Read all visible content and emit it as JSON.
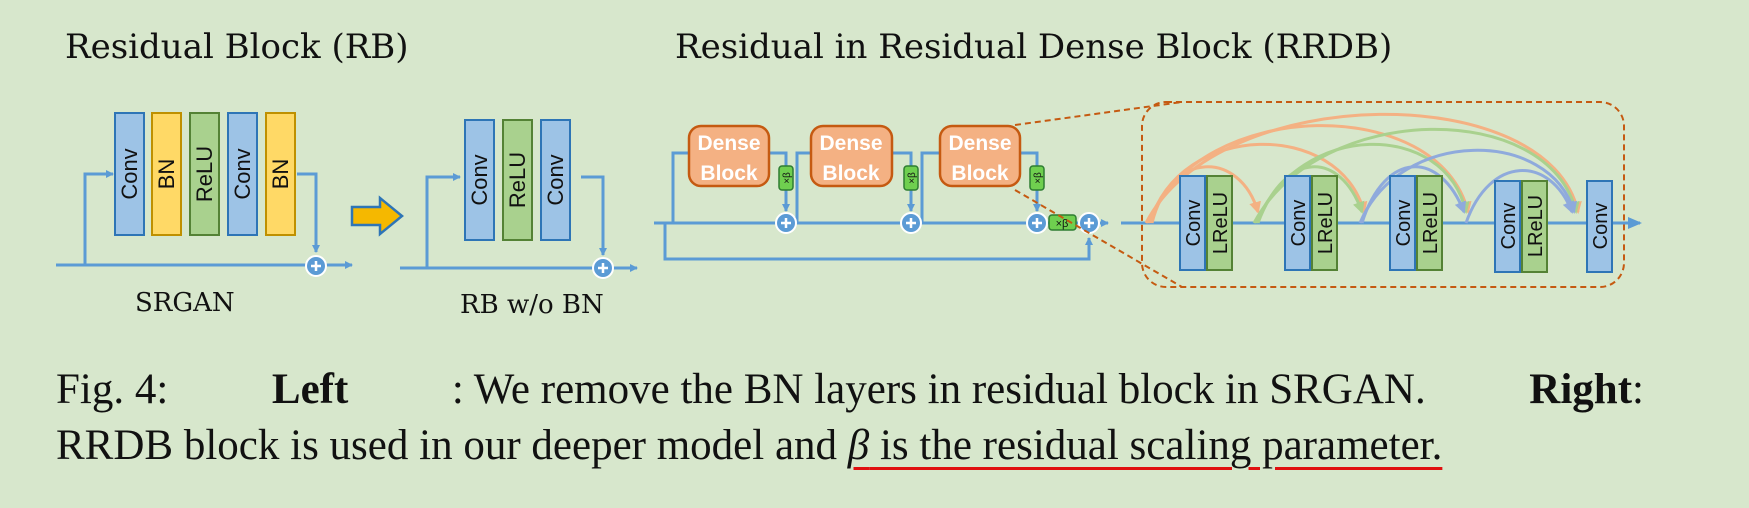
{
  "left": {
    "title": "Residual Block (RB)",
    "srgan": {
      "label": "SRGAN",
      "layers": [
        "Conv",
        "BN",
        "ReLU",
        "Conv",
        "BN"
      ]
    },
    "rb_wo_bn": {
      "label": "RB w/o BN",
      "layers": [
        "Conv",
        "ReLU",
        "Conv"
      ]
    }
  },
  "right": {
    "title": "Residual in Residual Dense Block (RRDB)",
    "dense_blocks": [
      {
        "line1": "Dense",
        "line2": "Block",
        "scale": "×β"
      },
      {
        "line1": "Dense",
        "line2": "Block",
        "scale": "×β"
      },
      {
        "line1": "Dense",
        "line2": "Block",
        "scale": "×β"
      }
    ],
    "outer_scale": "×β",
    "dense_block_detail": {
      "layers": [
        [
          "Conv",
          "LReLU"
        ],
        [
          "Conv",
          "LReLU"
        ],
        [
          "Conv",
          "LReLU"
        ],
        [
          "Conv",
          "LReLU"
        ],
        [
          "Conv"
        ]
      ]
    }
  },
  "caption": {
    "prefix": "Fig. 4: ",
    "left_label": "Left",
    "left_text": ": We remove the BN layers in residual block in SRGAN.",
    "right_label": "Right",
    "right_colon": ":",
    "line2_start": "RRDB block is used in our deeper model and ",
    "beta": "β",
    "line2_end": " is the residual scaling parameter."
  },
  "colors": {
    "background": "#d7e7cc",
    "conv": "#9dc3e6",
    "bn": "#ffd966",
    "relu": "#a9d18e",
    "dense_block": "#f4b183",
    "arrow": "#5b9bd5",
    "dashed": "#c55a11",
    "underline": "#e01010"
  }
}
